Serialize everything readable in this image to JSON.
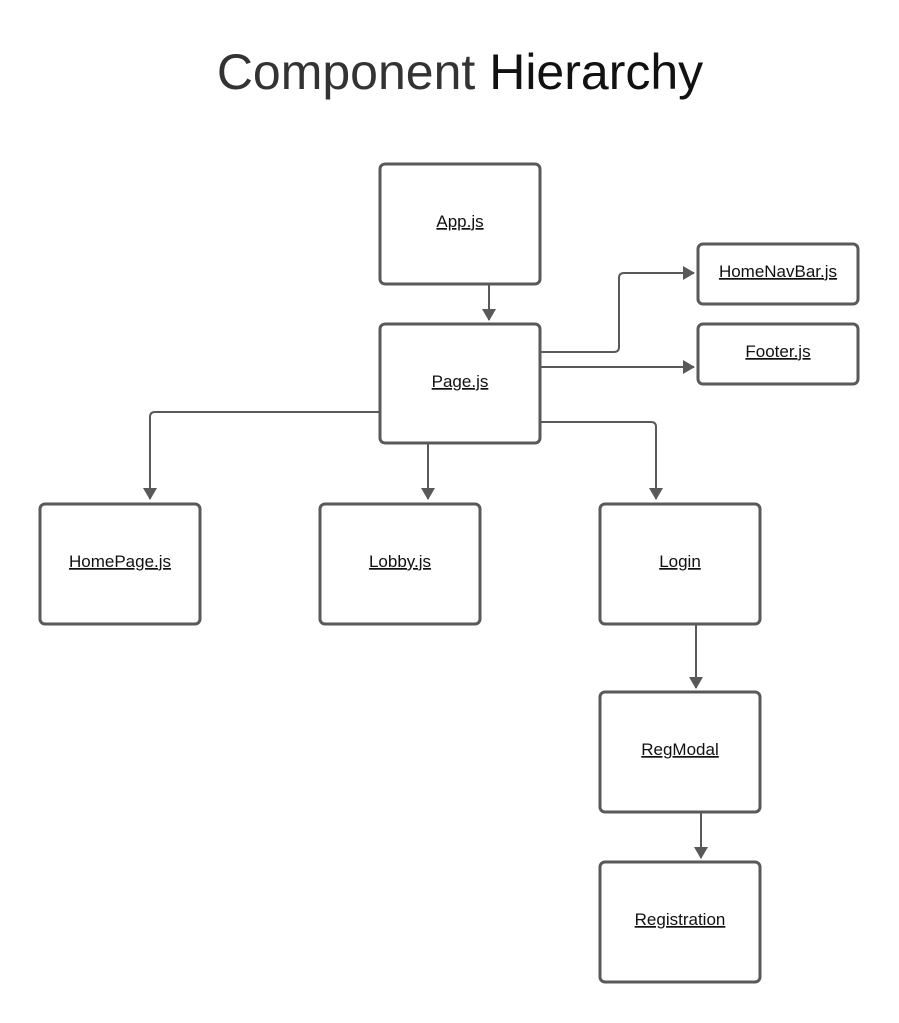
{
  "title": {
    "part1": "Component",
    "part2": "Hierarchy"
  },
  "colors": {
    "stroke": "#595959",
    "title_primary": "#333333",
    "text": "#111111"
  },
  "nodes": {
    "app": "App.js",
    "page": "Page.js",
    "homenavbar": "HomeNavBar.js",
    "footer": "Footer.js",
    "homepage": "HomePage.js",
    "lobby": "Lobby.js",
    "login": "Login",
    "regmodal": "RegModal",
    "registration": "Registration"
  }
}
